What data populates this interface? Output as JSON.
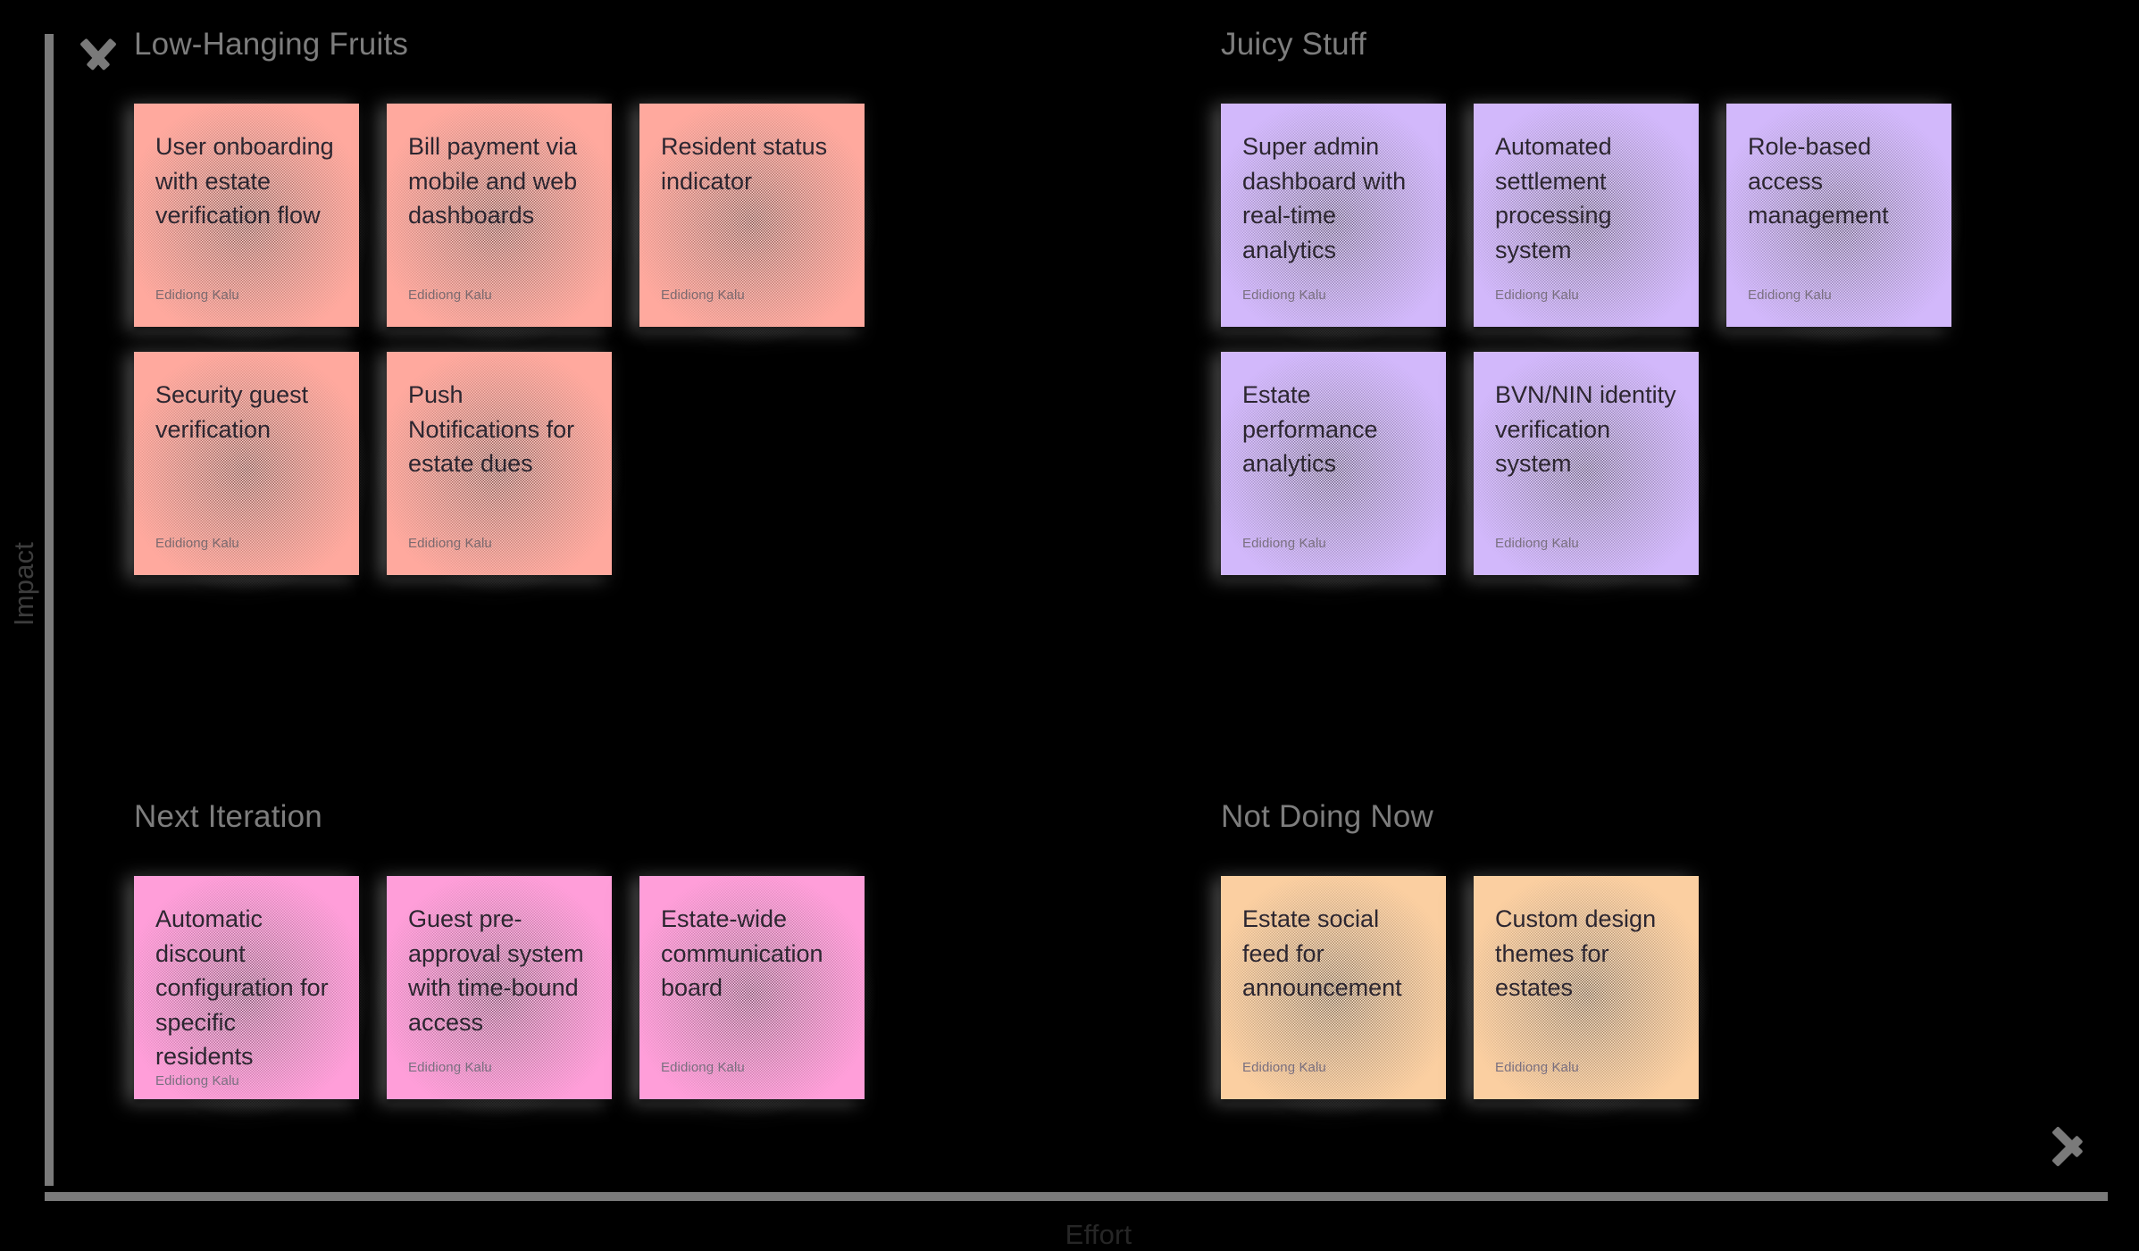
{
  "board": {
    "type": "impact-effort-matrix",
    "background_color": "#000000",
    "axes": {
      "y_label": "Impact",
      "x_label": "Effort",
      "axis_color": "#7a7a7a"
    }
  },
  "quadrants": [
    {
      "id": "low-hanging-fruits",
      "title": "Low-Hanging Fruits",
      "color": "#ffa99e",
      "position": "top-left",
      "notes": [
        {
          "text": "User onboarding with estate verification flow",
          "author": "Edidiong Kalu"
        },
        {
          "text": "Bill payment via mobile and web dashboards",
          "author": "Edidiong Kalu"
        },
        {
          "text": "Resident status indicator",
          "author": "Edidiong Kalu"
        },
        {
          "text": "Security guest verification",
          "author": "Edidiong Kalu"
        },
        {
          "text": "Push Notifications for estate dues",
          "author": "Edidiong Kalu"
        }
      ]
    },
    {
      "id": "juicy-stuff",
      "title": "Juicy Stuff",
      "color": "#d2b8fb",
      "position": "top-right",
      "notes": [
        {
          "text": "Super admin dashboard with real-time analytics",
          "author": "Edidiong Kalu"
        },
        {
          "text": "Automated settlement processing system",
          "author": "Edidiong Kalu"
        },
        {
          "text": "Role-based access management",
          "author": "Edidiong Kalu"
        },
        {
          "text": "Estate performance analytics",
          "author": "Edidiong Kalu"
        },
        {
          "text": "BVN/NIN identity verification system",
          "author": "Edidiong Kalu"
        }
      ]
    },
    {
      "id": "next-iteration",
      "title": "Next Iteration",
      "color": "#ff9ed9",
      "position": "bottom-left",
      "notes": [
        {
          "text": "Automatic discount configuration for specific residents",
          "author": "Edidiong Kalu"
        },
        {
          "text": "Guest pre-approval system with time-bound access",
          "author": "Edidiong Kalu"
        },
        {
          "text": "Estate-wide communication board",
          "author": "Edidiong Kalu"
        }
      ]
    },
    {
      "id": "not-doing-now",
      "title": "Not Doing Now",
      "color": "#fbcfa1",
      "position": "bottom-right",
      "notes": [
        {
          "text": "Estate social feed for announcement",
          "author": "Edidiong Kalu"
        },
        {
          "text": "Custom design themes for estates",
          "author": "Edidiong Kalu"
        }
      ]
    }
  ],
  "icons": {
    "y_axis_arrow": "arrow-up-icon",
    "x_axis_arrow": "arrow-right-icon"
  }
}
